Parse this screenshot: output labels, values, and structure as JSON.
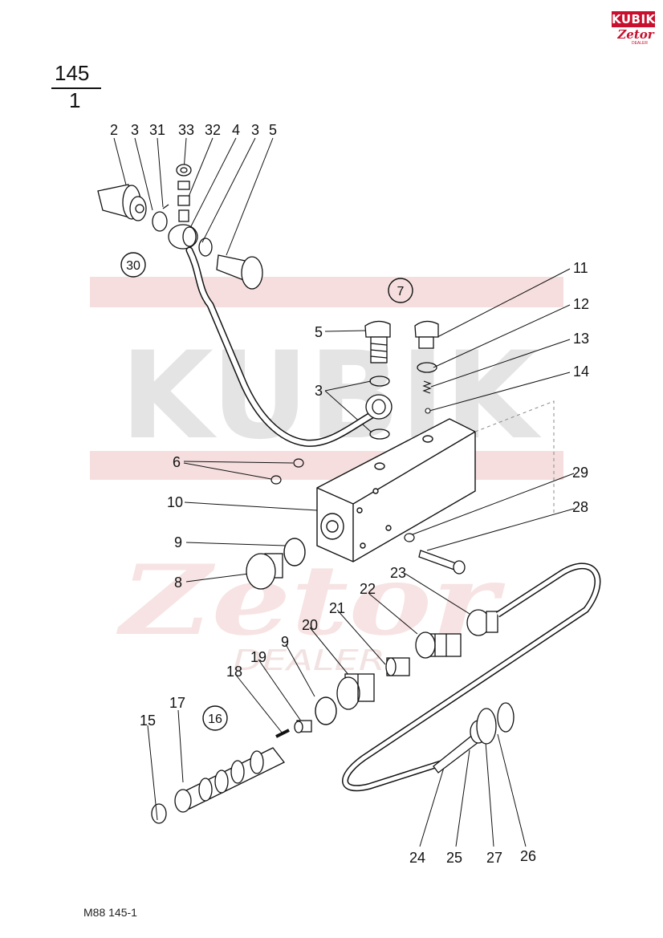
{
  "logo": {
    "brand": "KUBIK",
    "sub_brand": "Zetor",
    "tag": "DEALER"
  },
  "page_number": {
    "numerator": "145",
    "denominator": "1"
  },
  "watermark": {
    "main": "KUBIK",
    "brand": "Zetor",
    "tag": "DEALER"
  },
  "callouts": {
    "c2": "2",
    "c3a": "3",
    "c31": "31",
    "c33": "33",
    "c32": "32",
    "c4": "4",
    "c3b": "3",
    "c5a": "5",
    "c11": "11",
    "c12": "12",
    "c13": "13",
    "c14": "14",
    "c5b": "5",
    "c3c": "3",
    "c6": "6",
    "c10": "10",
    "c9a": "9",
    "c8": "8",
    "c29": "29",
    "c28": "28",
    "c23": "23",
    "c22": "22",
    "c21": "21",
    "c20": "20",
    "c9b": "9",
    "c19": "19",
    "c18": "18",
    "c17": "17",
    "c15": "15",
    "c24": "24",
    "c25": "25",
    "c27": "27",
    "c26": "26"
  },
  "groups": {
    "g30": "30",
    "g7": "7",
    "g16": "16"
  },
  "footer": {
    "code": "M88 145-1"
  }
}
